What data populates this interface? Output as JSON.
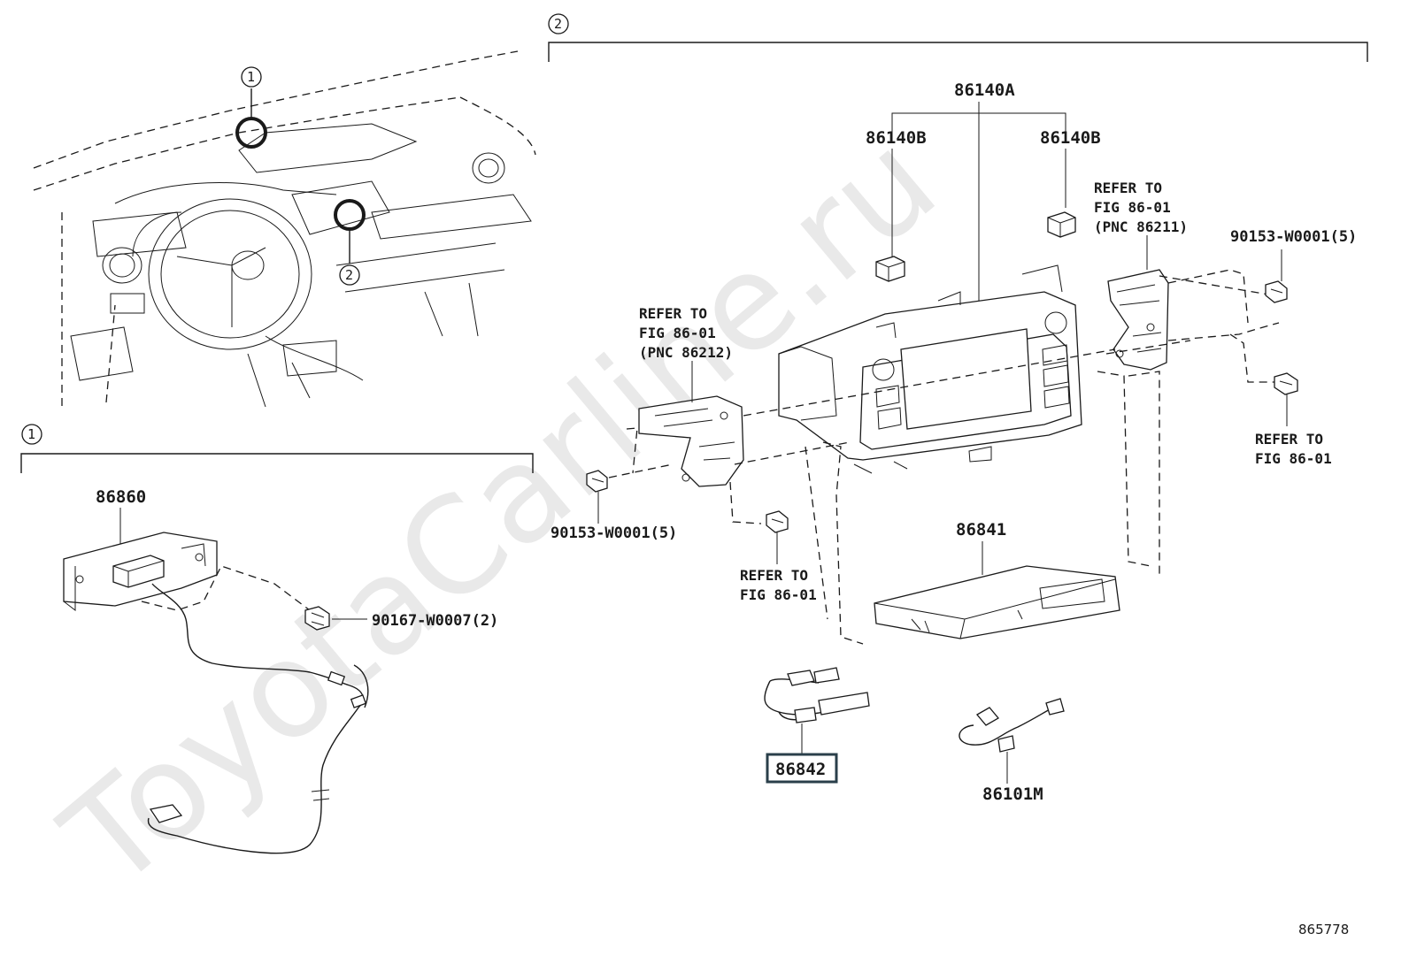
{
  "watermark": "ToyotaCarline.ru",
  "diagram_id": "865778",
  "callouts": {
    "one": "1",
    "two": "2"
  },
  "parts": {
    "p86140A": "86140A",
    "p86140B_left": "86140B",
    "p86140B_right": "86140B",
    "p86860": "86860",
    "p86841": "86841",
    "p86842": "86842",
    "p86101M": "86101M",
    "p90167": "90167-W0007(2)",
    "p90153_left": "90153-W0001(5)",
    "p90153_right": "90153-W0001(5)"
  },
  "refs": {
    "left_top": {
      "line1": "REFER TO",
      "line2": "FIG 86-01",
      "line3": "(PNC 86212)"
    },
    "right_top": {
      "line1": "REFER TO",
      "line2": "FIG 86-01",
      "line3": "(PNC 86211)"
    },
    "center_bottom": {
      "line1": "REFER TO",
      "line2": "FIG 86-01"
    },
    "right_bottom": {
      "line1": "REFER TO",
      "line2": "FIG 86-01"
    }
  },
  "colors": {
    "ink": "#1a1a1a",
    "watermark": "#e9e9e9",
    "highlight_box": "#2a3f4a"
  }
}
